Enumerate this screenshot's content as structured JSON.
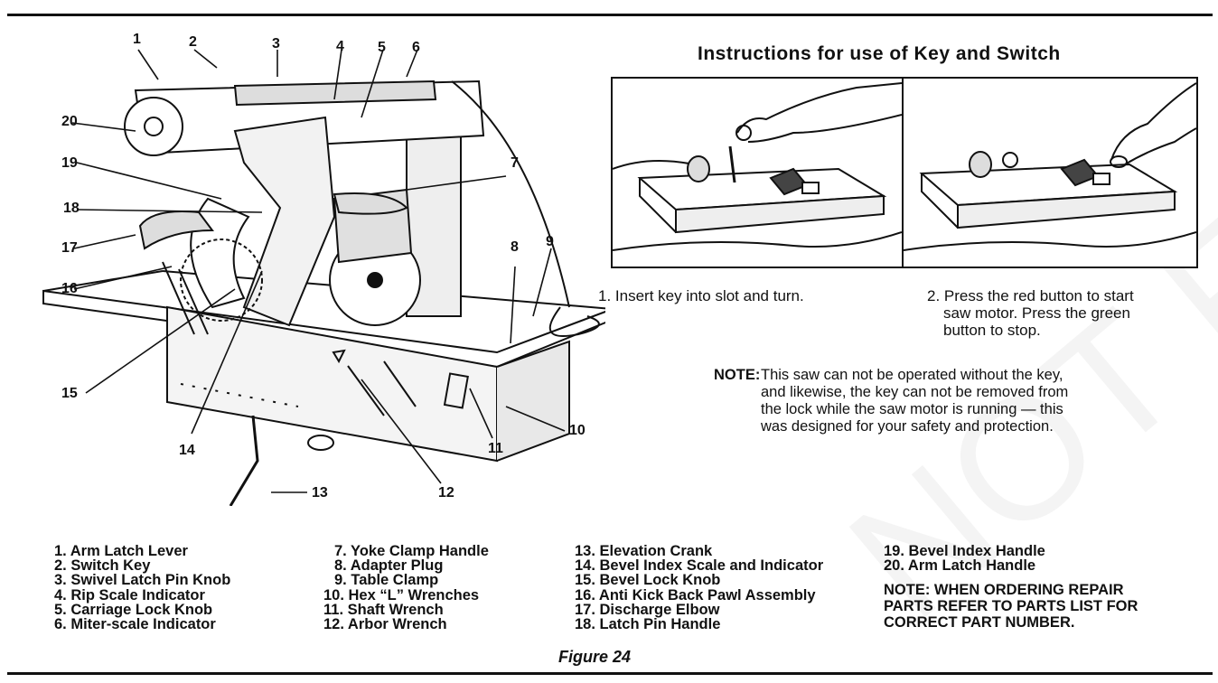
{
  "instructions": {
    "title": "Instructions for use of Key and Switch",
    "step1": "1. Insert key into slot and turn.",
    "step2_line1": "2. Press the red button to start",
    "step2_line2": "saw motor. Press the green",
    "step2_line3": "button to stop.",
    "note_label": "NOTE:",
    "note_lines": [
      "This saw can not be operated without the key,",
      "and likewise, the key can not be removed from",
      "the lock while the saw motor is running — this",
      "was designed for your safety and protection."
    ]
  },
  "callouts": [
    "1",
    "2",
    "3",
    "4",
    "5",
    "6",
    "7",
    "8",
    "9",
    "10",
    "11",
    "12",
    "13",
    "14",
    "15",
    "16",
    "17",
    "18",
    "19",
    "20"
  ],
  "legend": {
    "col1": [
      "1. Arm Latch Lever",
      "2. Switch Key",
      "3. Swivel Latch Pin Knob",
      "4. Rip Scale Indicator",
      "5. Carriage Lock Knob",
      "6. Miter-scale Indicator"
    ],
    "col2": [
      "7. Yoke Clamp Handle",
      "8. Adapter Plug",
      "9. Table Clamp",
      "10. Hex “L” Wrenches",
      "11. Shaft Wrench",
      "12. Arbor Wrench"
    ],
    "col3": [
      "13. Elevation Crank",
      "14. Bevel Index Scale and Indicator",
      "15. Bevel Lock Knob",
      "16. Anti Kick Back Pawl Assembly",
      "17. Discharge Elbow",
      "18. Latch Pin Handle"
    ],
    "col4": [
      "19. Bevel Index Handle",
      "20. Arm Latch Handle"
    ]
  },
  "order_note": [
    "NOTE: WHEN ORDERING REPAIR",
    "PARTS REFER TO PARTS LIST FOR",
    "CORRECT PART NUMBER."
  ],
  "figure_caption": "Figure 24",
  "watermark": "NOT FOR RESALE"
}
